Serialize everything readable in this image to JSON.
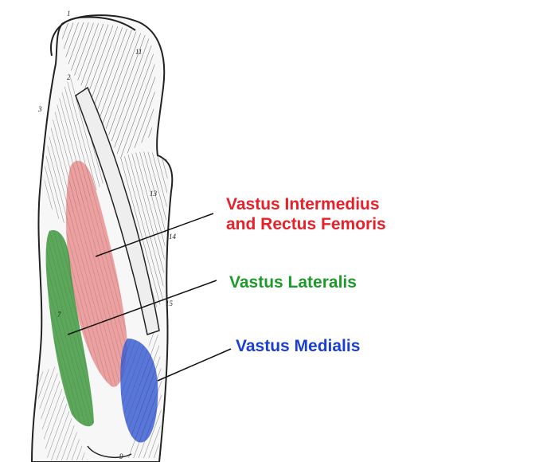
{
  "labels": {
    "intermedius_line1": "Vastus Intermedius",
    "intermedius_line2": "and Rectus Femoris",
    "lateralis": "Vastus Lateralis",
    "medialis": "Vastus Medialis"
  },
  "colors": {
    "intermedius": "#e8202a",
    "lateralis": "#1f9a2a",
    "medialis": "#1a3fcf",
    "intermedius_fill": "#e98c8c",
    "lateralis_fill": "#3f9a3f",
    "medialis_fill": "#3d5fd6",
    "ink": "#222222"
  },
  "figure_numbers": [
    "1",
    "2",
    "3",
    "11",
    "13",
    "14",
    "15",
    "7",
    "9"
  ]
}
